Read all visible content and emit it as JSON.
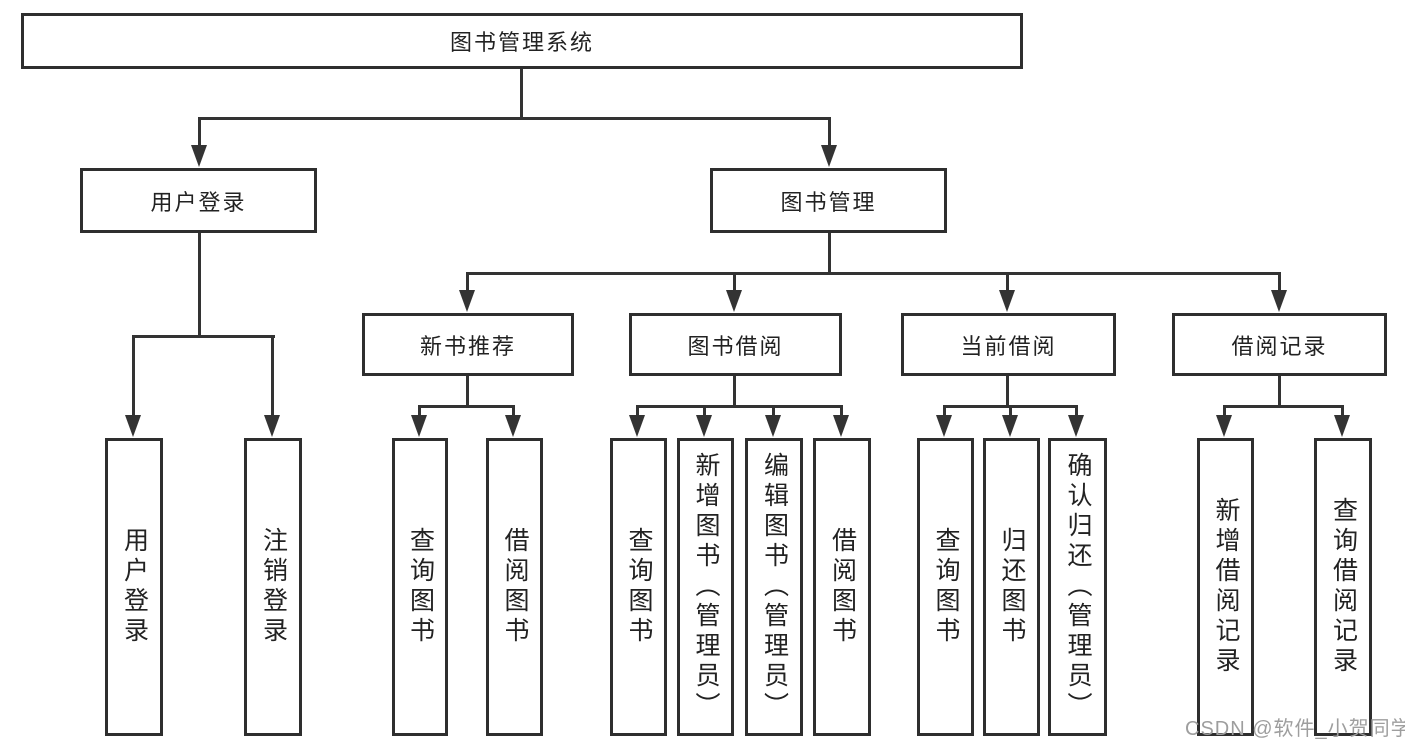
{
  "nodes": {
    "root": "图书管理系统",
    "user_login": "用户登录",
    "book_mgmt": "图书管理",
    "new_book_rec": "新书推荐",
    "book_borrow": "图书借阅",
    "current_borrow": "当前借阅",
    "borrow_record": "借阅记录",
    "leaves": {
      "user_login": [
        "用户登录",
        "注销登录"
      ],
      "new_book_rec": [
        "查询图书",
        "借阅图书"
      ],
      "book_borrow": [
        "查询图书",
        "新增图书（管理员）",
        "编辑图书（管理员）",
        "借阅图书"
      ],
      "current_borrow": [
        "查询图书",
        "归还图书",
        "确认归还（管理员）"
      ],
      "borrow_record": [
        "新增借阅记录",
        "查询借阅记录"
      ]
    }
  },
  "colors": {
    "line": "#333333",
    "text": "#222222",
    "background": "#ffffff",
    "watermark": "#9e9e9e"
  },
  "watermark": "CSDN @软件_小贺同学"
}
